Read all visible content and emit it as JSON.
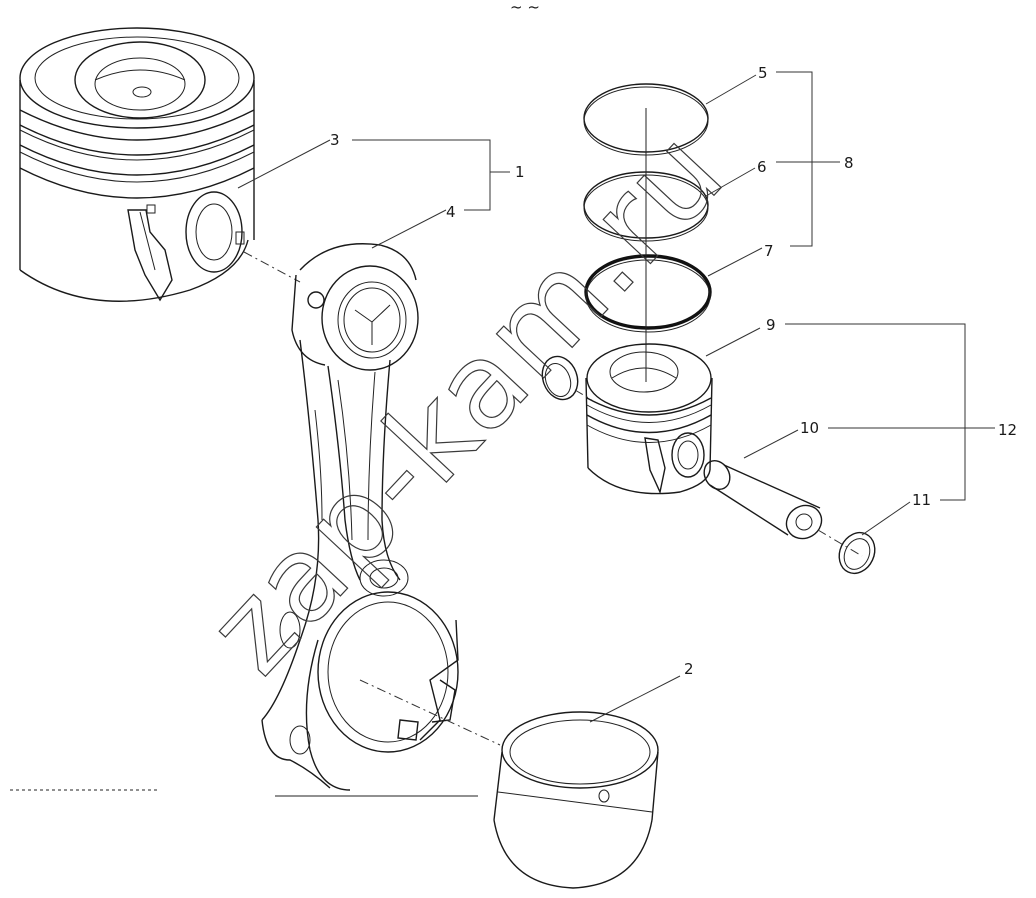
{
  "header_mark": "~ ~",
  "watermark": "zap-kam.ru",
  "callouts": [
    "1",
    "2",
    "3",
    "4",
    "5",
    "6",
    "7",
    "8",
    "9",
    "10",
    "11",
    "12"
  ]
}
